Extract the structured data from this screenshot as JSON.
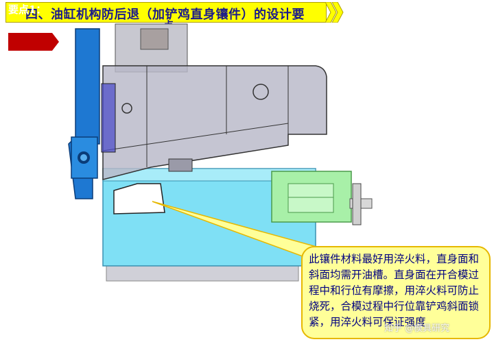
{
  "slide": {
    "title": "四、油缸机构防后退（加铲鸡直身镶件）的设计要",
    "title_wrap": "点",
    "keypoint_label": "要点1：",
    "callout_text": "此镶件材料最好用淬火料，直身面和斜面均需开油槽。直身面在开合模过程中和行位有摩擦，用淬火料可防止烧死，合模过程中行位靠铲鸡斜面锁紧，用淬火料可保证强度",
    "watermark": "知乎 @模具研究"
  },
  "colors": {
    "title_bg": "#ffff00",
    "title_text": "#1a1a8c",
    "keypoint_bg": "#c00000",
    "callout_bg": "#ffff99",
    "callout_border": "#e6b800",
    "base_block": "#7fe0f5",
    "slide_body": "#b8b8c8",
    "cylinder": "#a8f0a8",
    "clamp": "#1e78d2"
  }
}
